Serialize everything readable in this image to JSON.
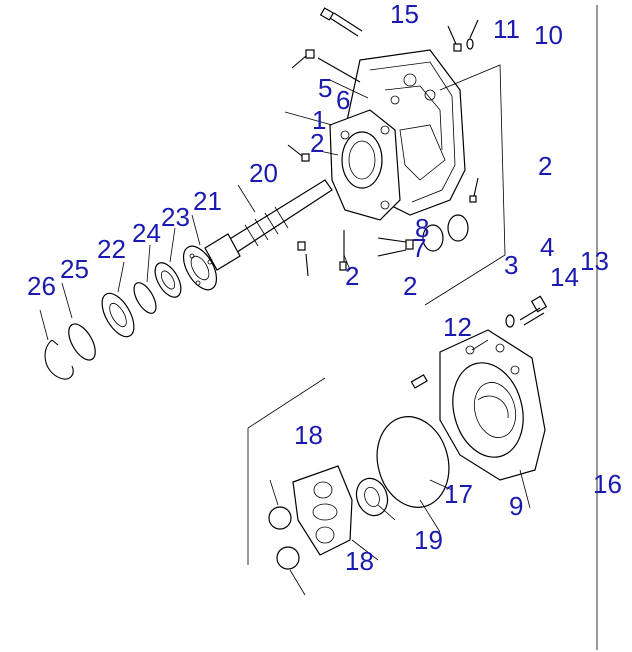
{
  "labels": [
    "15",
    "11",
    "10",
    "5",
    "6",
    "1",
    "2",
    "2",
    "20",
    "21",
    "23",
    "24",
    "22",
    "25",
    "26",
    "8",
    "7",
    "2",
    "2",
    "3",
    "4",
    "13",
    "14",
    "12",
    "18",
    "17",
    "19",
    "9",
    "16",
    "18"
  ],
  "colors": {
    "label": "#1a1ab0",
    "line": "#000000",
    "background": "#ffffff"
  }
}
